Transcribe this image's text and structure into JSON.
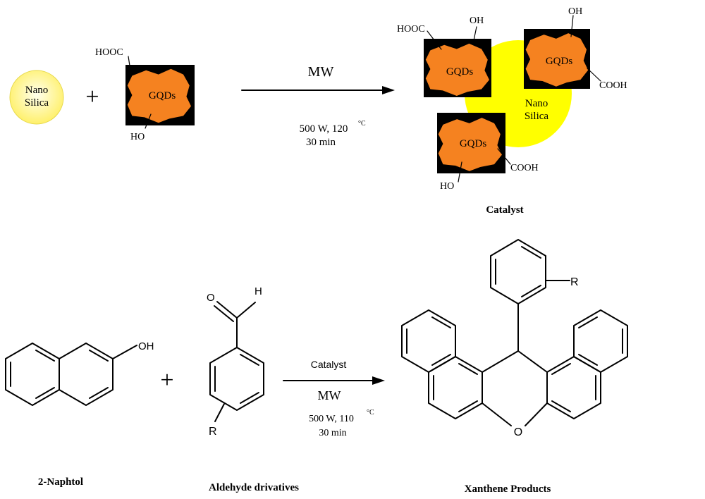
{
  "reaction1": {
    "reactant": {
      "label_line1": "Nano",
      "label_line2": "Silica",
      "color": "#ffff00"
    },
    "plus": "+",
    "gqd": {
      "label": "GQDs",
      "cooh": "HOOC",
      "oh": "HO",
      "fill": "#f58220",
      "box": "#000000"
    },
    "conditions": {
      "arrow_label": "MW",
      "line1": "500 W,  120",
      "degree": "°C",
      "line2": "30 min"
    },
    "product": {
      "core_line1": "Nano",
      "core_line2": "Silica",
      "core_color": "#ffff00",
      "gqd_label": "GQDs",
      "tl": {
        "cooh": "HOOC",
        "oh": "OH"
      },
      "tr": {
        "oh": "OH",
        "cooh": "COOH"
      },
      "bl": {
        "cooh": "COOH",
        "oh": "HO"
      },
      "caption": "Catalyst"
    }
  },
  "reaction2": {
    "naphthol": {
      "oh": "OH",
      "caption": "2-Naphtol"
    },
    "plus": "+",
    "aldehyde": {
      "o": "O",
      "h": "H",
      "r": "R",
      "caption": "Aldehyde drivatives"
    },
    "conditions": {
      "top": "Catalyst",
      "arrow_label": "MW",
      "line1": "500 W,   110",
      "degree": "°C",
      "line2": "30 min"
    },
    "product": {
      "r": "R",
      "o": "O",
      "caption": "Xanthene Products"
    }
  }
}
